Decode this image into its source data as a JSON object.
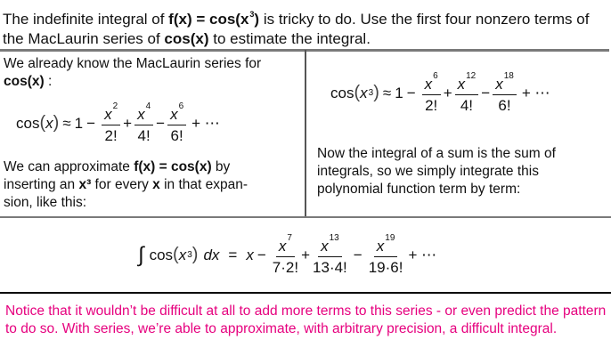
{
  "intro": {
    "p1": "The indefinite integral of ",
    "f1": "f(x) = cos(x",
    "f1sup": "3",
    "f1end": ")",
    "p2": " is tricky to do. Use the first four nonzero terms of the MacLaurin series of ",
    "f2": "cos(x)",
    "p3": " to estimate the integral."
  },
  "left_panel": {
    "text1a": "We already know the MacLaurin series for ",
    "text1b": "cos(x)",
    "text1c": " :",
    "equation": {
      "lhs": "cos",
      "arg": "x",
      "approx": "≈",
      "one": "1",
      "terms": [
        {
          "sign": "−",
          "num": "x",
          "exp": "2",
          "den": "2!"
        },
        {
          "sign": "+",
          "num": "x",
          "exp": "4",
          "den": "4!"
        },
        {
          "sign": "−",
          "num": "x",
          "exp": "6",
          "den": "6!"
        }
      ],
      "tail": "+ ⋯"
    },
    "text2a": "We can approximate ",
    "text2b": "f(x) = cos(x)",
    "text2c": " by inserting an ",
    "text2d": "x³",
    "text2e": " for every ",
    "text2f": "x",
    "text2g": " in that expan-sion, like this:"
  },
  "right_panel": {
    "equation": {
      "lhs": "cos",
      "arg": "x",
      "argexp": "3",
      "approx": "≈",
      "one": "1",
      "terms": [
        {
          "sign": "−",
          "num": "x",
          "exp": "6",
          "den": "2!"
        },
        {
          "sign": "+",
          "num": "x",
          "exp": "12",
          "den": "4!"
        },
        {
          "sign": "−",
          "num": "x",
          "exp": "18",
          "den": "6!"
        }
      ],
      "tail": "+ ⋯"
    },
    "text": "Now the integral of a sum is the sum of integrals, so we simply integrate this polynomial function term by term:"
  },
  "integral_equation": {
    "symbol": "∫",
    "lhs": "cos",
    "arg": "x",
    "argexp": "3",
    "dx": "dx",
    "equals": "=",
    "first": "x",
    "terms": [
      {
        "sign": "−",
        "num": "x",
        "exp": "7",
        "den": "7·2!"
      },
      {
        "sign": "+",
        "num": "x",
        "exp": "13",
        "den": "13·4!"
      },
      {
        "sign": "−",
        "num": "x",
        "exp": "19",
        "den": "19·6!"
      }
    ],
    "tail": "+ ⋯"
  },
  "note": {
    "text": "Notice that it wouldn’t be difficult at all to add more terms to this series - or even predict the pattern to do so. With series, we’re able to approximate, with arbitrary precision, a difficult integral.",
    "color": "#e6007e"
  }
}
